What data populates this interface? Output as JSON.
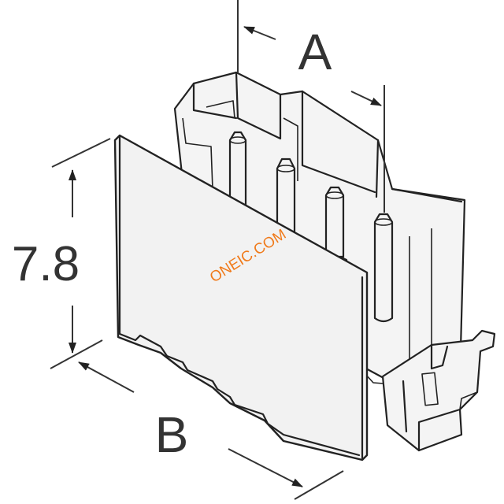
{
  "dimensions": {
    "pitch_label": "A",
    "width_label": "B",
    "height_value": "7.8"
  },
  "watermark": {
    "text": "ONEIC.COM",
    "color": "#f07a1a"
  },
  "colors": {
    "ink": "#222222",
    "fill": "#f4f4f4",
    "dimension_ink": "#333333"
  }
}
